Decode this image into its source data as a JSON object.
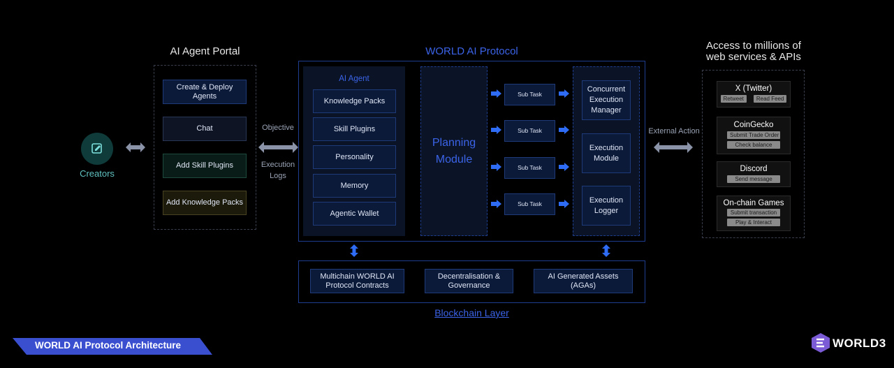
{
  "creators": {
    "label": "Creators",
    "icon": "edit-icon"
  },
  "portal": {
    "title": "AI Agent Portal",
    "items": [
      "Create & Deploy Agents",
      "Chat",
      "Add Skill Plugins",
      "Add Knowledge Packs"
    ]
  },
  "io": {
    "objective": "Objective",
    "execution_logs": "Execution Logs",
    "external_action": "External Action"
  },
  "protocol": {
    "title": "WORLD AI Protocol"
  },
  "agent": {
    "title": "AI Agent",
    "items": [
      "Knowledge Packs",
      "Skill Plugins",
      "Personality",
      "Memory",
      "Agentic Wallet"
    ]
  },
  "planning": {
    "label": "Planning Module"
  },
  "subtasks": [
    "Sub Task",
    "Sub Task",
    "Sub Task",
    "Sub Task"
  ],
  "execution": [
    "Concurrent Execution Manager",
    "Execution Module",
    "Execution Logger"
  ],
  "access": {
    "title": "Access to millions of web services & APIs",
    "services": [
      {
        "name": "X (Twitter)",
        "tags": [
          "Retweet",
          "Read Feed"
        ]
      },
      {
        "name": "CoinGecko",
        "tags": [
          "Submit Trade Order",
          "Check balance"
        ]
      },
      {
        "name": "Discord",
        "tags": [
          "Send message"
        ]
      },
      {
        "name": "On-chain Games",
        "tags": [
          "Submit transaction",
          "Play & Interact"
        ]
      }
    ]
  },
  "blockchain": {
    "title": "Blockchain Layer",
    "items": [
      "Multichain WORLD AI Protocol Contracts",
      "Decentralisation & Governance",
      "AI Generated Assets (AGAs)"
    ]
  },
  "footer": {
    "banner": "WORLD AI Protocol Architecture",
    "logo": "WORLD3"
  },
  "colors": {
    "accent": "#3b63e8",
    "teal": "#5fc2c0",
    "arrow_grey": "#8a93a8",
    "arrow_blue": "#2f6cf5"
  }
}
